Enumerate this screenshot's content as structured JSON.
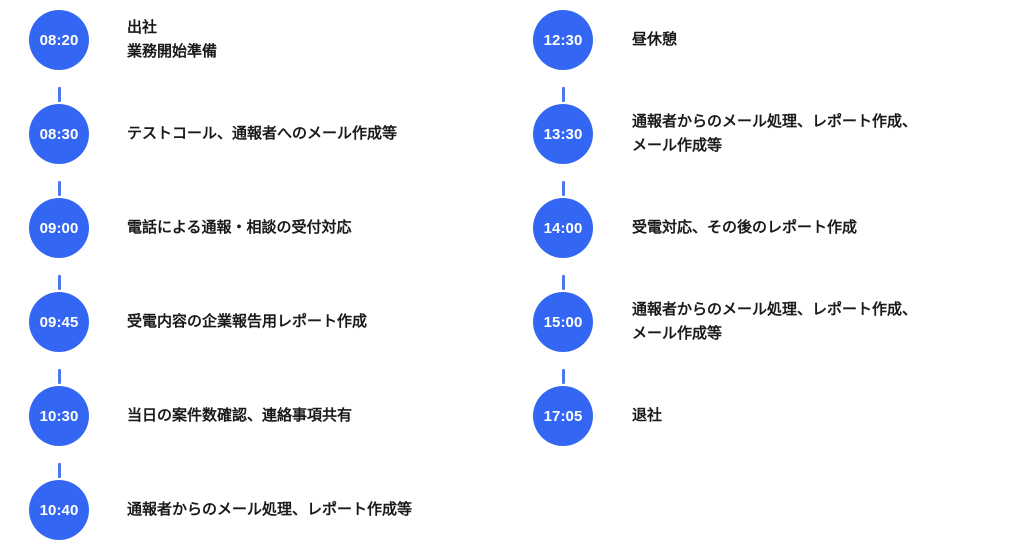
{
  "diagram": {
    "kind": "daily-schedule-timeline",
    "marker_color": "#3366f2",
    "connector_color": "#4d79ef",
    "label_color": "#1a1a1a",
    "time_text_color": "#ffffff",
    "background_color": "#ffffff"
  },
  "columns": [
    {
      "name": "morning",
      "entries": [
        {
          "time": "08:20",
          "lines": [
            "出社",
            "業務開始準備"
          ]
        },
        {
          "time": "08:30",
          "lines": [
            "テストコール、通報者へのメール作成等"
          ]
        },
        {
          "time": "09:00",
          "lines": [
            "電話による通報・相談の受付対応"
          ]
        },
        {
          "time": "09:45",
          "lines": [
            "受電内容の企業報告用レポート作成"
          ]
        },
        {
          "time": "10:30",
          "lines": [
            "当日の案件数確認、連絡事項共有"
          ]
        },
        {
          "time": "10:40",
          "lines": [
            "通報者からのメール処理、レポート作成等"
          ]
        }
      ]
    },
    {
      "name": "afternoon",
      "entries": [
        {
          "time": "12:30",
          "lines": [
            "昼休憩"
          ]
        },
        {
          "time": "13:30",
          "lines": [
            "通報者からのメール処理、レポート作成、",
            "メール作成等"
          ]
        },
        {
          "time": "14:00",
          "lines": [
            "受電対応、その後のレポート作成"
          ]
        },
        {
          "time": "15:00",
          "lines": [
            "通報者からのメール処理、レポート作成、",
            "メール作成等"
          ]
        },
        {
          "time": "17:05",
          "lines": [
            "退社"
          ]
        }
      ]
    }
  ]
}
